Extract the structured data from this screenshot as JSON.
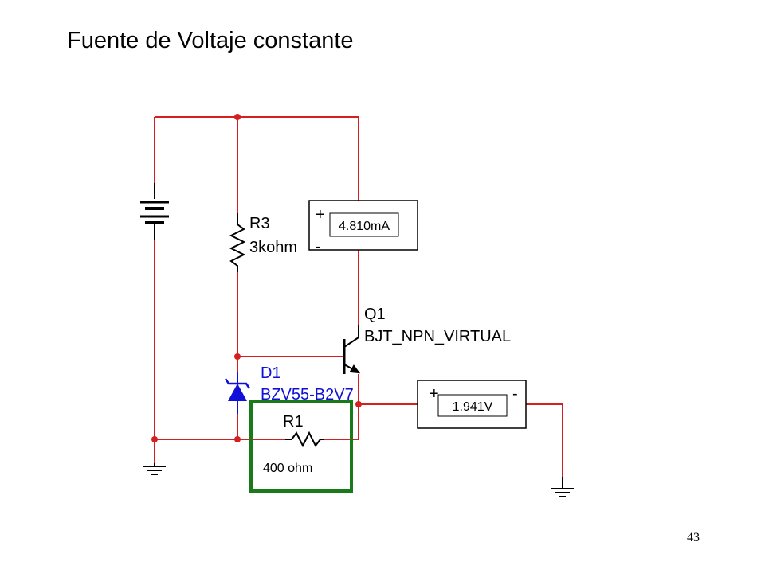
{
  "page": {
    "title": "Fuente de Voltaje constante",
    "page_number": "43"
  },
  "colors": {
    "wire": "#d42020",
    "component": "#000000",
    "zener": "#1010d8",
    "highlight_box": "#1a7a1a"
  },
  "components": {
    "r3": {
      "ref": "R3",
      "value": "3kohm"
    },
    "q1": {
      "ref": "Q1",
      "value": "BJT_NPN_VIRTUAL"
    },
    "d1": {
      "ref": "D1",
      "value": "BZV55-B2V7"
    },
    "r1": {
      "ref": "R1",
      "value": "400 ohm"
    }
  },
  "meters": {
    "ammeter": {
      "reading": "4.810mA",
      "plus": "+",
      "minus": "-"
    },
    "voltmeter": {
      "reading": "1.941V",
      "plus": "+",
      "minus": "-"
    }
  },
  "icons": {
    "battery": "battery-icon",
    "ground": "ground-icon",
    "resistor": "resistor-icon",
    "transistor": "npn-transistor-icon",
    "zener": "zener-diode-icon"
  }
}
